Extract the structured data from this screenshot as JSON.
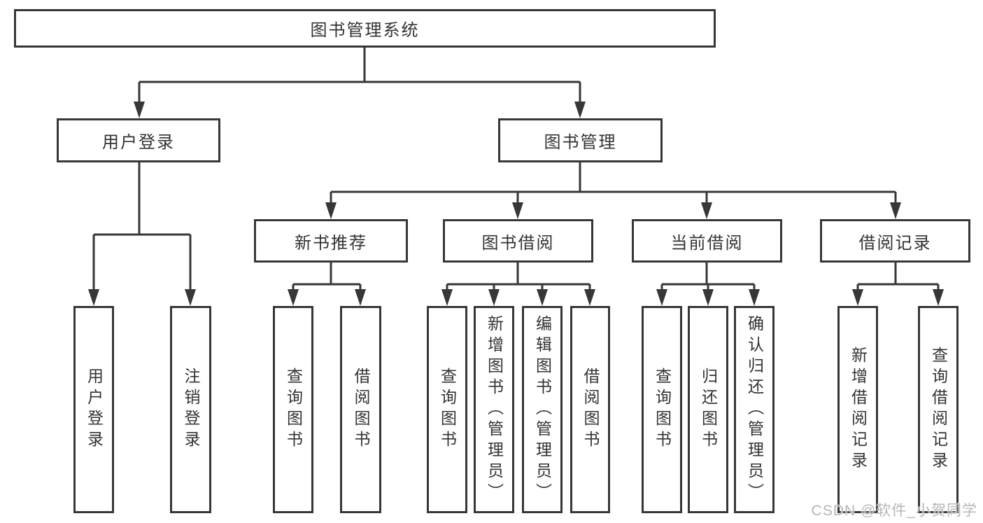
{
  "watermark": "CSDN @软件_小贺同学",
  "colors": {
    "line": "#373737",
    "text": "#333333",
    "background": "#ffffff",
    "watermark": "#b3b6b9"
  },
  "tree": {
    "label": "图书管理系统",
    "children": [
      {
        "label": "用户登录",
        "children": [
          {
            "label": "用户登录"
          },
          {
            "label": "注销登录"
          }
        ]
      },
      {
        "label": "图书管理",
        "children": [
          {
            "label": "新书推荐",
            "children": [
              {
                "label": "查询图书"
              },
              {
                "label": "借阅图书"
              }
            ]
          },
          {
            "label": "图书借阅",
            "children": [
              {
                "label": "查询图书"
              },
              {
                "label": "新增图书（管理员）"
              },
              {
                "label": "编辑图书（管理员）"
              },
              {
                "label": "借阅图书"
              }
            ]
          },
          {
            "label": "当前借阅",
            "children": [
              {
                "label": "查询图书"
              },
              {
                "label": "归还图书"
              },
              {
                "label": "确认归还（管理员）"
              }
            ]
          },
          {
            "label": "借阅记录",
            "children": [
              {
                "label": "新增借阅记录"
              },
              {
                "label": "查询借阅记录"
              }
            ]
          }
        ]
      }
    ]
  }
}
